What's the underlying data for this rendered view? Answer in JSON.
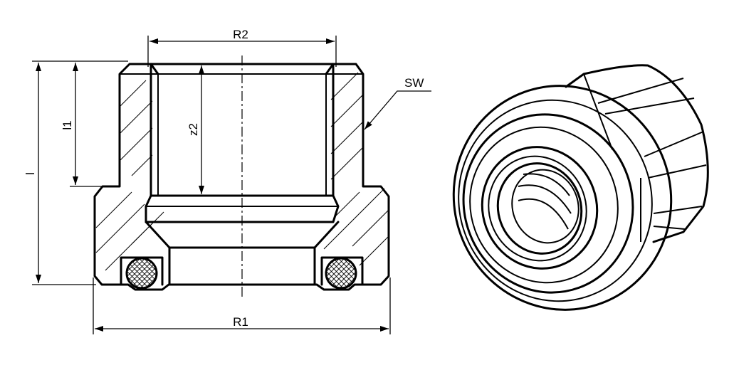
{
  "labels": {
    "r1": "R1",
    "r2": "R2",
    "sw": "SW",
    "z2": "z2",
    "l1": "l1",
    "l": "l"
  }
}
